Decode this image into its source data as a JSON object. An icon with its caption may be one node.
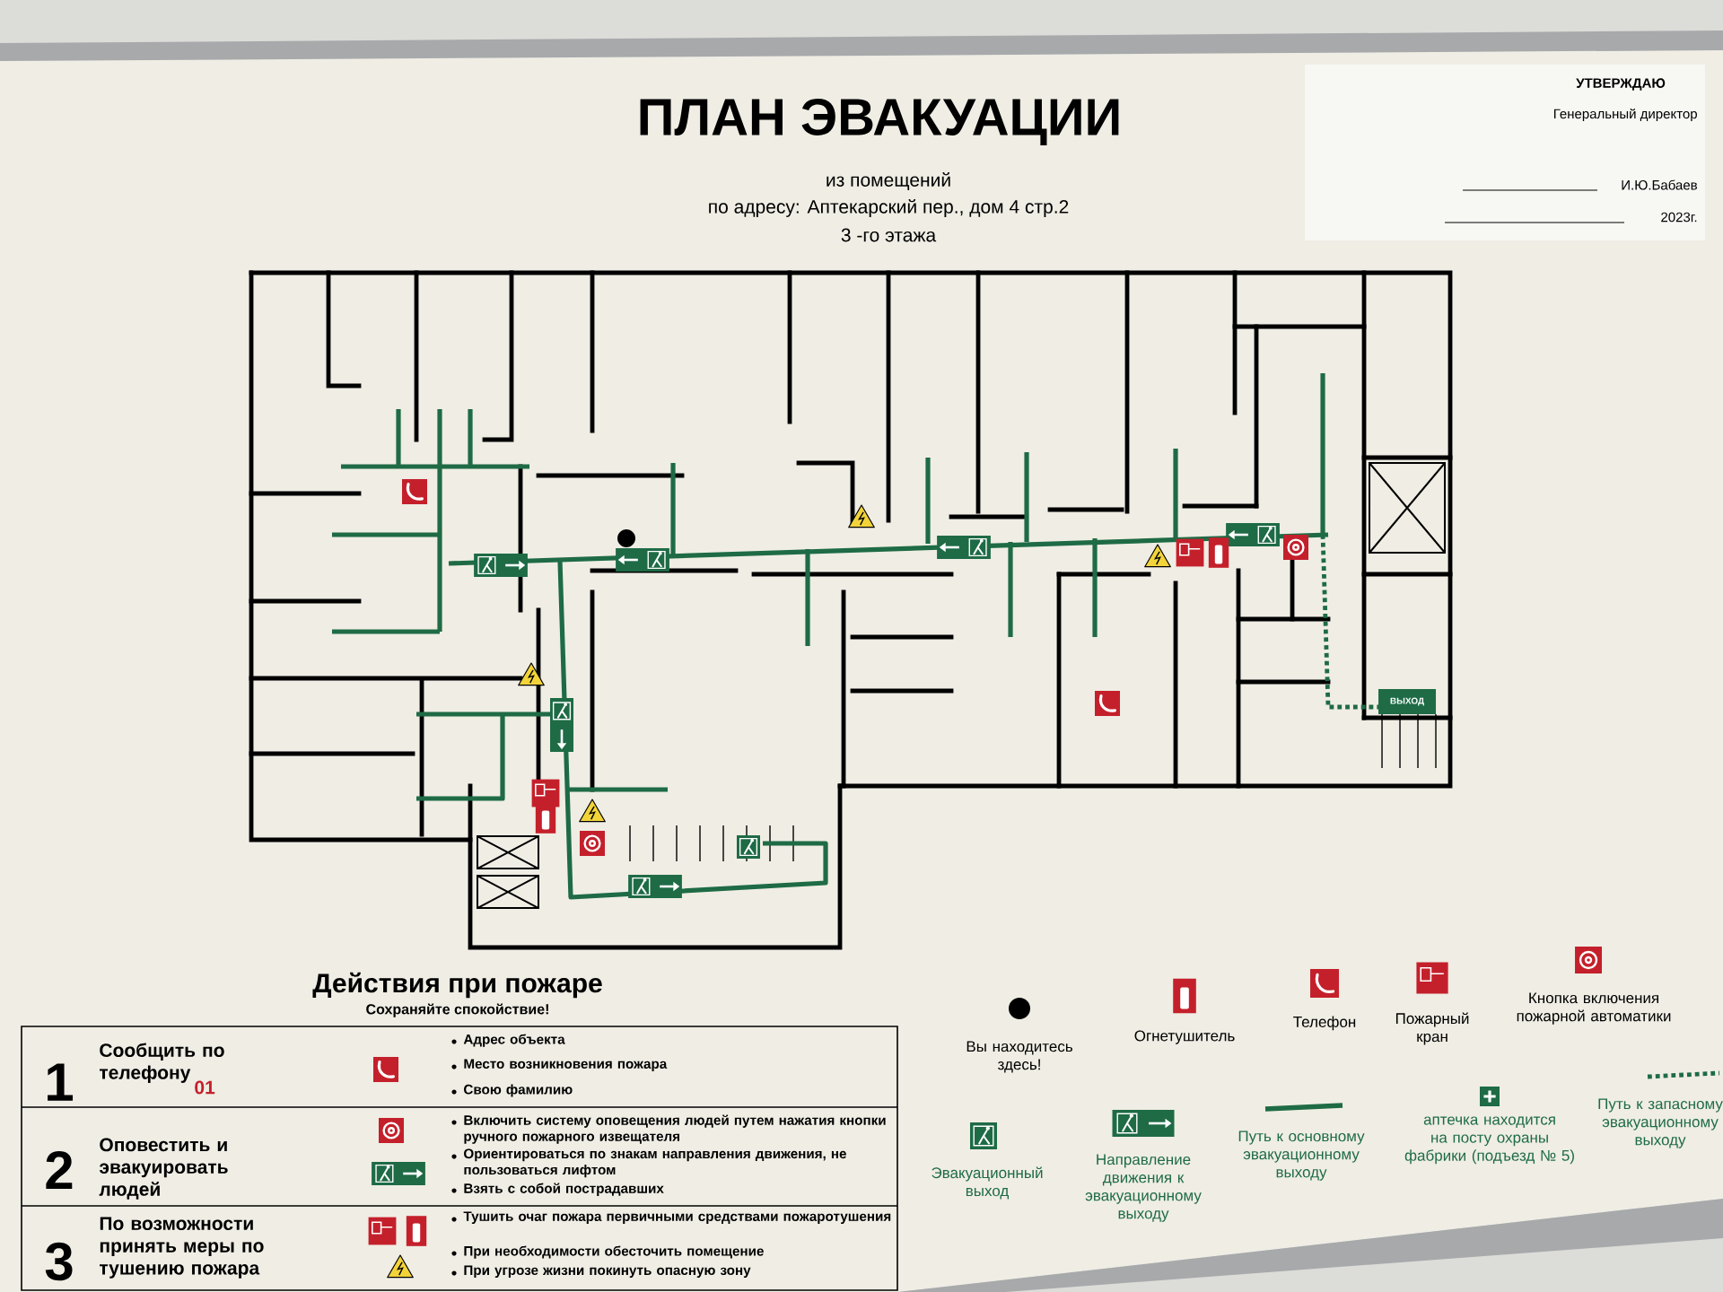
{
  "diagram": {
    "title": "ПЛАН ЭВАКУАЦИИ",
    "labels": [
      "из помещений",
      "по адресу: Аптекарский пер., дом 4 стр.2",
      "3 -го этажа",
      "УТВЕРЖДАЮ",
      "Генеральный директор",
      "И.Ю.Бабаев",
      "2023г.",
      "ВЫХОД",
      "Действия при пожаре",
      "Сохраняйте спокойствие!",
      "1",
      "Сообщить по телефону",
      "01",
      "Адрес объекта",
      "Место возникновения пожара",
      "Свою фамилию",
      "2",
      "Оповестить и эвакуировать людей",
      "Включить систему оповещения людей путем нажатия кнопки ручного пожарного извещателя",
      "Ориентироваться по знакам направления движения, не пользоваться лифтом",
      "Взять с собой пострадавших",
      "3",
      "По возможности принять меры по тушению пожара",
      "Тушить очаг пожара первичными средствами пожаротушения",
      "При необходимости обесточить помещение",
      "При угрозе жизни покинуть опасную зону"
    ],
    "legend": [
      {
        "text": "Вы находитесь здесь!"
      },
      {
        "text": "Огнетушитель"
      },
      {
        "text": "Телефон"
      },
      {
        "text": "Пожарный кран"
      },
      {
        "text": "Кнопка включения пожарной автоматики"
      },
      {
        "text": "Эвакуационный выход"
      },
      {
        "text": "Направление движения к эвакуационному выходу"
      },
      {
        "text": "Путь к основному эвакуационному выходу"
      },
      {
        "text": "аптечка находится на посту охраны фабрики (подъезд № 5)"
      },
      {
        "text": "Путь к запасному эвакуационному выходу"
      }
    ]
  }
}
